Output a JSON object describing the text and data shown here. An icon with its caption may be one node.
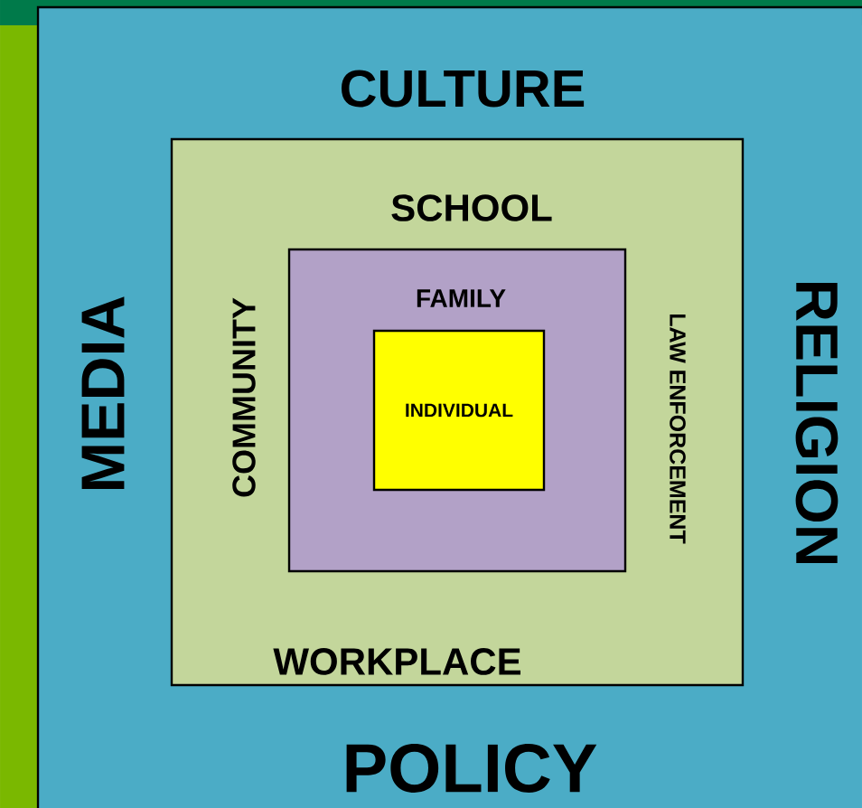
{
  "diagram": {
    "nodes": [
      {
        "text": [
          "CULTURE",
          "MEDIA",
          "RELIGION",
          "POLICY"
        ]
      },
      {
        "text": [
          "SCHOOL",
          "COMMUNITY",
          "LAW ENFORCEMENT",
          "WORKPLACE"
        ],
        "in": 0
      },
      {
        "text": [
          "FAMILY"
        ],
        "in": 1
      },
      {
        "text": [
          "INDIVIDUAL"
        ],
        "in": 2
      }
    ]
  }
}
